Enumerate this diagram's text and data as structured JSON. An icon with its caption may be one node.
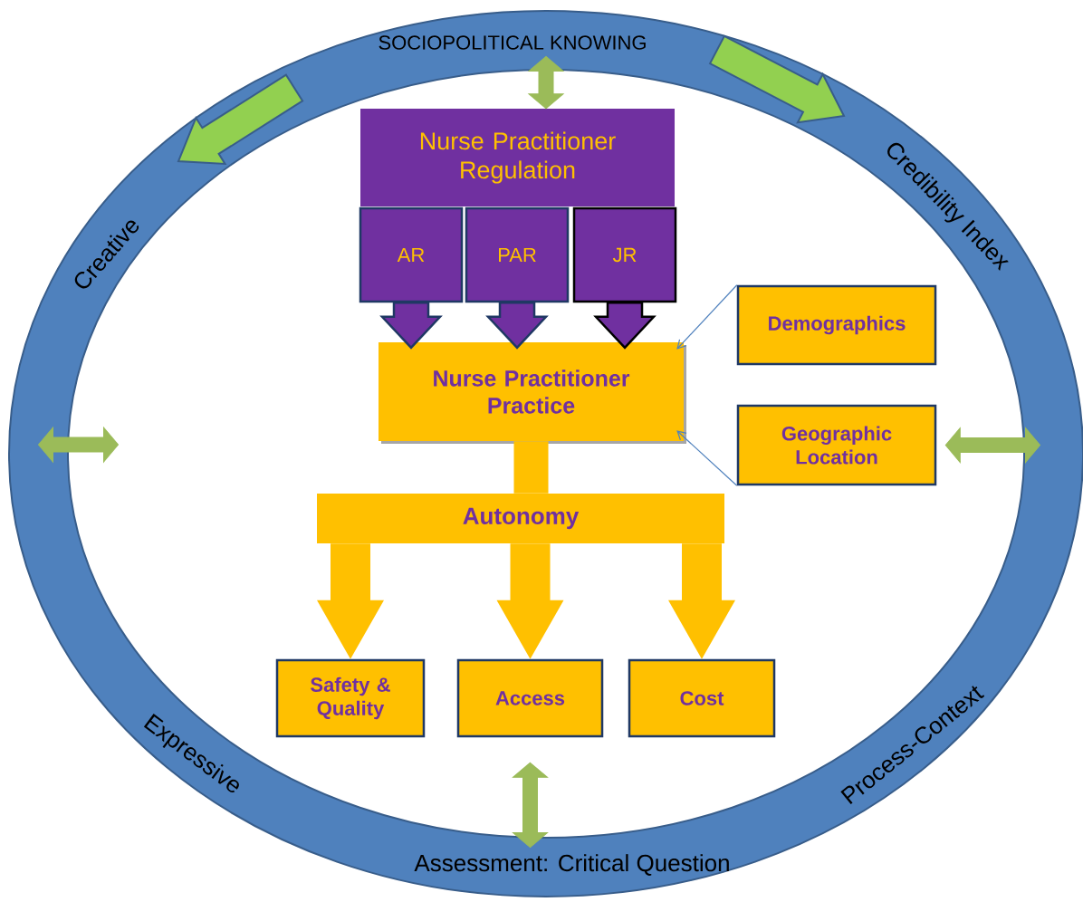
{
  "diagram": {
    "nodes": [
      {
        "text": [
          "SOCIOPOLITICAL KNOWING",
          "Credibility Index",
          "Process-Context",
          "Assessment: Critical Question",
          "Expressive",
          "Creative"
        ]
      },
      {
        "text": [
          "Nurse Practitioner Regulation"
        ],
        "in": 0
      },
      {
        "text": [
          "AR"
        ],
        "in": 0
      },
      {
        "text": [
          "PAR"
        ],
        "in": 0
      },
      {
        "text": [
          "JR"
        ],
        "in": 0
      },
      {
        "text": [
          "Nurse Practitioner Practice"
        ],
        "in": 0
      },
      {
        "text": [
          "Demographics"
        ],
        "in": 0
      },
      {
        "text": [
          "Geographic Location"
        ],
        "in": 0
      },
      {
        "text": [
          "Autonomy"
        ],
        "in": 0
      },
      {
        "text": [
          "Safety & Quality"
        ],
        "in": 0
      },
      {
        "text": [
          "Access"
        ],
        "in": 0
      },
      {
        "text": [
          "Cost"
        ],
        "in": 0
      }
    ],
    "edges": [
      {
        "from": 0,
        "to": 1,
        "arrow": "both",
        "style": "thick",
        "color": "#9bbb59"
      },
      {
        "from": 2,
        "to": 5,
        "arrow": "to",
        "style": "thick",
        "color": "#7030a0"
      },
      {
        "from": 3,
        "to": 5,
        "arrow": "to",
        "style": "thick",
        "color": "#7030a0"
      },
      {
        "from": 4,
        "to": 5,
        "arrow": "to",
        "style": "thick",
        "color": "#7030a0"
      },
      {
        "from": 6,
        "to": 5,
        "arrow": "to",
        "color": "#4f81bd"
      },
      {
        "from": 7,
        "to": 5,
        "arrow": "to",
        "color": "#4f81bd"
      },
      {
        "from": 7,
        "to": 0,
        "arrow": "both",
        "style": "thick",
        "color": "#9bbb59"
      },
      {
        "from": 0,
        "to": null,
        "arrow": "both",
        "style": "thick",
        "color": "#9bbb59"
      },
      {
        "from": 5,
        "to": 8,
        "arrow": "none",
        "style": "thick",
        "color": "#ffc000"
      },
      {
        "from": 8,
        "to": 9,
        "arrow": "to",
        "style": "thick",
        "color": "#ffc000"
      },
      {
        "from": 8,
        "to": 10,
        "arrow": "to",
        "style": "thick",
        "color": "#ffc000"
      },
      {
        "from": 8,
        "to": 11,
        "arrow": "to",
        "style": "thick",
        "color": "#ffc000"
      },
      {
        "from": 10,
        "to": 0,
        "arrow": "both",
        "style": "thick",
        "color": "#9bbb59"
      }
    ]
  }
}
